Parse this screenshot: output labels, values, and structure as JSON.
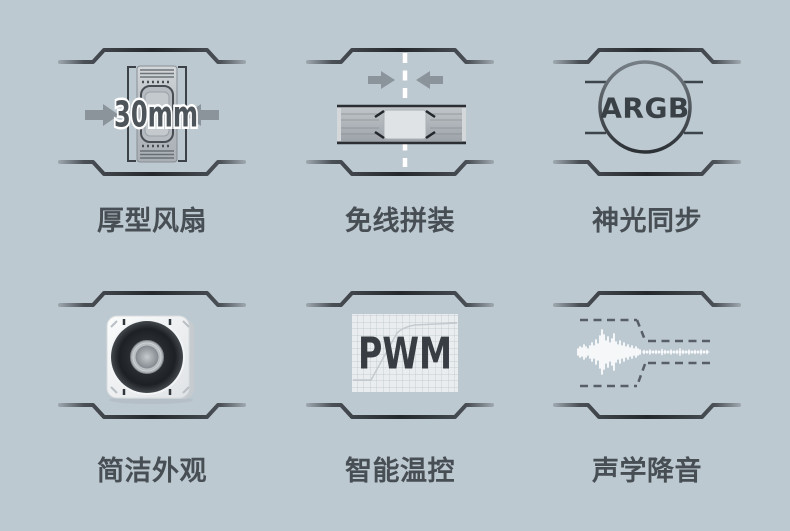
{
  "colors": {
    "background": "#bdc9d1",
    "frame_dark": "#24282c",
    "frame_light": "#9aa3aa",
    "label_text": "#474e54",
    "icon_line": "#3d444a",
    "arrow_gray": "#8c949b",
    "highlight_white": "#ffffff"
  },
  "panels": [
    {
      "name": "thick-fan",
      "label": "厚型风扇",
      "icon_text": "30mm"
    },
    {
      "name": "cable-free-assembly",
      "label": "免线拼装",
      "icon_text": ""
    },
    {
      "name": "argb-sync",
      "label": "神光同步",
      "icon_text": "ARGB"
    },
    {
      "name": "clean-appearance",
      "label": "简洁外观",
      "icon_text": ""
    },
    {
      "name": "smart-pwm-control",
      "label": "智能温控",
      "icon_text": "PWM"
    },
    {
      "name": "acoustic-noise-reduction",
      "label": "声学降音",
      "icon_text": ""
    }
  ]
}
